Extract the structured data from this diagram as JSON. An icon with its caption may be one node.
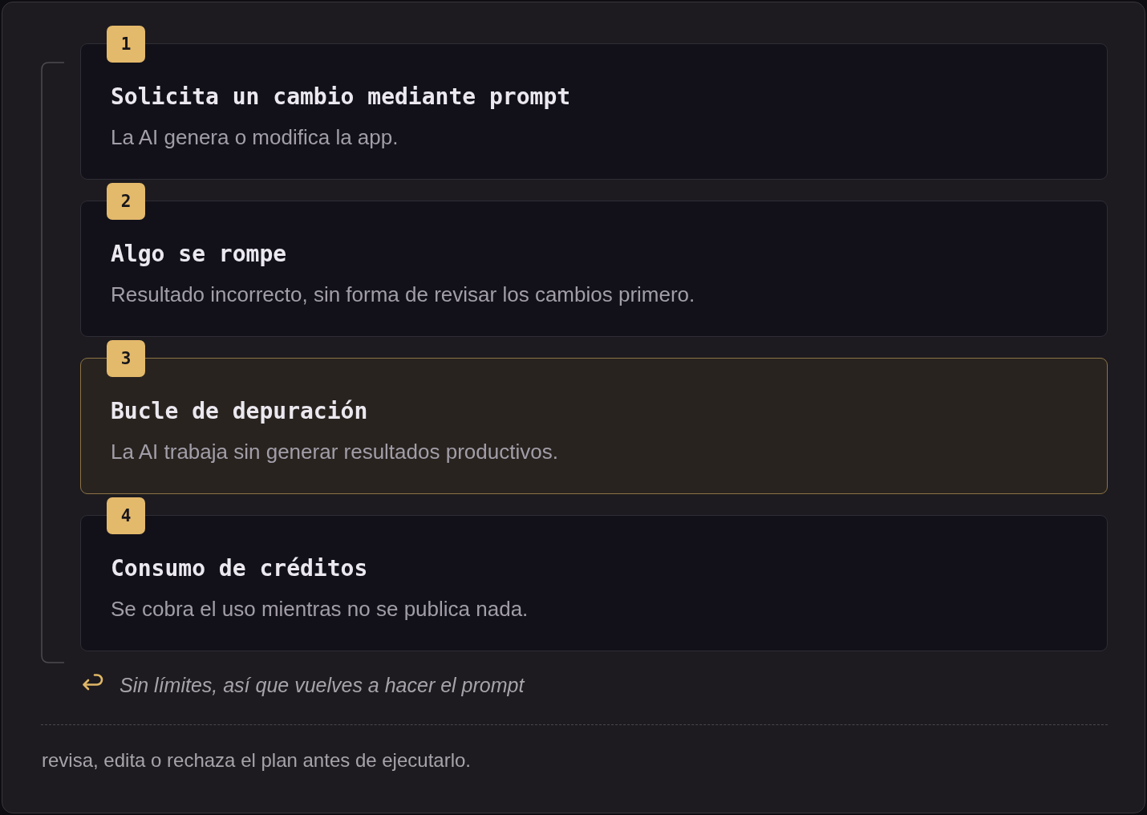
{
  "diagram": {
    "nodes": [
      {
        "text": [
          "1"
        ]
      },
      {
        "text": [
          "Solicita un cambio mediante prompt",
          "La AI genera o modifica la app."
        ]
      },
      {
        "text": [
          "2"
        ]
      },
      {
        "text": [
          "Algo se rompe",
          "Resultado incorrecto, sin forma de revisar los cambios primero."
        ]
      },
      {
        "text": [
          "3"
        ]
      },
      {
        "text": [
          "Bucle de depuración",
          "La AI trabaja sin generar resultados productivos."
        ]
      },
      {
        "text": [
          "4"
        ]
      },
      {
        "text": [
          "Consumo de créditos",
          "Se cobra el uso mientras no se publica nada."
        ]
      }
    ],
    "labels": [
      "Sin límites, así que vuelves a hacer el prompt",
      "revisa, edita o rechaza el plan antes de ejecutarlo."
    ]
  }
}
